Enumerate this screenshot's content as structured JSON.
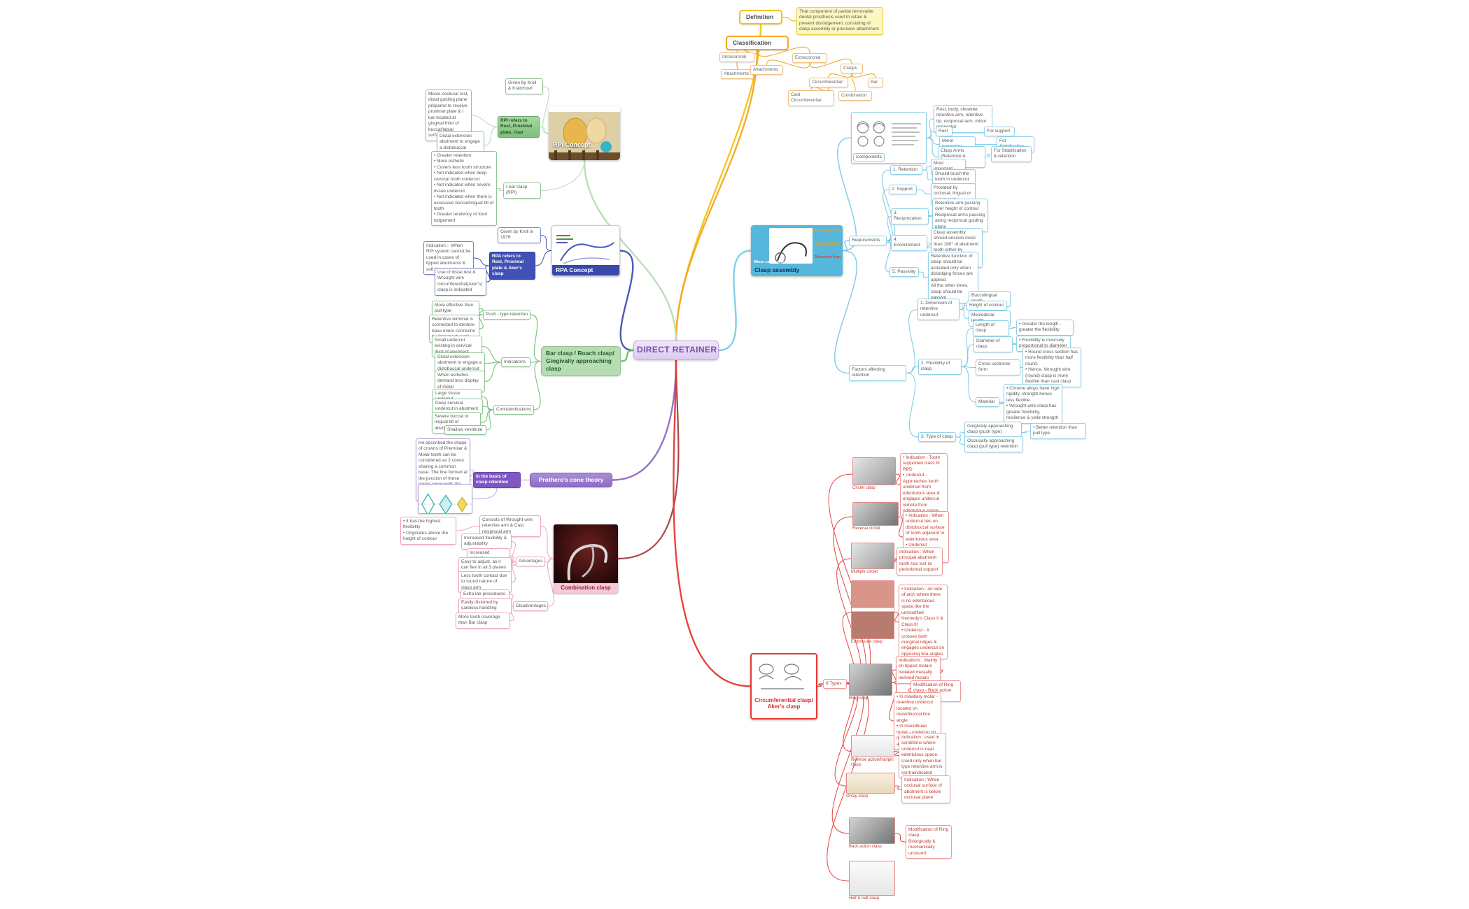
{
  "colors": {
    "gold": "#f0c419",
    "orange": "#f5a623",
    "blue": "#7ccbe8",
    "green_pale": "#b7dcb4",
    "indigo": "#4150b0",
    "green": "#6abf69",
    "purple": "#8f6cc7",
    "purple_light": "#c9aee3",
    "pink": "#f2a5c0",
    "maroon": "#a63d40",
    "red": "#e53935"
  },
  "nodes": {
    "center": {
      "text": "DIRECT RETAINER"
    },
    "def_topic": {
      "text": "Definition"
    },
    "def_note": {
      "text": "That component of partial removable dental prosthesis used to retain & prevent dislodgement, consisting of clasp assembly or precision attachment"
    },
    "cls_topic": {
      "text": "Classification"
    },
    "cls_intra": {
      "text": "Intracoronal"
    },
    "cls_extra": {
      "text": "Extracoronal"
    },
    "cls_att1": {
      "text": "Attachments"
    },
    "cls_att2": {
      "text": "Attachments"
    },
    "cls_clasps": {
      "text": "Clasps"
    },
    "cls_circ": {
      "text": "Circumferential"
    },
    "cls_bar": {
      "text": "Bar"
    },
    "cls_castcirc": {
      "text": "Cast Circumferential"
    },
    "cls_comb": {
      "text": "Combination"
    },
    "asm_main": {
      "caption": "Clasp assembly",
      "label_reciprocal": "Reciprocal Arm",
      "label_occlusal": "Occlusal Rest",
      "label_retentive": "Retentive Arm",
      "label_minor": "Minor connector"
    },
    "comp_img": {
      "caption": "Components"
    },
    "comp_note": {
      "text": "Rest, body, shoulder, retentive arm, retentive tip, reciprocal arm, minor connector"
    },
    "comp_rest": {
      "text": "Rest"
    },
    "comp_rest_n": {
      "text": "For support"
    },
    "comp_minor": {
      "text": "Minor connector"
    },
    "comp_minor_n": {
      "text": "For Stabilization"
    },
    "comp_arms": {
      "text": "Clasp Arms (Retentive & Reciprocal)"
    },
    "comp_arms_n": {
      "text": "For Stabilization & retention"
    },
    "req_lbl": {
      "text": "Requirements"
    },
    "req1": {
      "text": "1. Retention"
    },
    "req1_a": {
      "text": "Most important"
    },
    "req1_b": {
      "text": "Should touch the tooth in undercut area"
    },
    "req2": {
      "text": "2. Support"
    },
    "req2_a": {
      "text": "Provided by occlusal, lingual or incisal rests"
    },
    "req3": {
      "text": "3. Reciprocation"
    },
    "req3_a": {
      "text": "Retentive arm passing over height of contour\nReciprocal arms passing along reciprocal guiding plane"
    },
    "req4": {
      "text": "4. Encirclement"
    },
    "req4_a": {
      "text": "Clasp assembly should encircle more than 180° of abutment tooth either by continuous or broken contact"
    },
    "req5": {
      "text": "5. Passivity"
    },
    "req5_a": {
      "text": "Retentive function of clasp should be activated only when dislodging forces are applied.\nAll the other times, clasp should be passive"
    },
    "fac_lbl": {
      "text": "Factors affecting retention"
    },
    "fac1": {
      "text": "1. Dimension of retentive undercut"
    },
    "fac1_a": {
      "text": "Buccolingual depth"
    },
    "fac1_b": {
      "text": "Height of contour"
    },
    "fac1_c": {
      "text": "Mesiodistal length"
    },
    "fac2": {
      "text": "2. Flexibility of clasp"
    },
    "fac2_len": {
      "text": "Length of clasp"
    },
    "fac2_len_n": {
      "text": "• Greater the length - greater the flexibility"
    },
    "fac2_dia": {
      "text": "Diameter of clasp"
    },
    "fac2_dia_n": {
      "text": "• Flexibility is inversely proportional to diameter"
    },
    "fac2_cs": {
      "text": "Cross-sectional form"
    },
    "fac2_cs_n": {
      "text": "• Round cross section has more flexibility than half round.\n• Hence, Wrought wire (round) clasp is more flexible than cast clasp"
    },
    "fac2_mat": {
      "text": "Material"
    },
    "fac2_mat_n": {
      "text": "• Chrome alloys have high rigidity, strength hence less flexible\n• Wrought wire clasp has greater flexibility, resilience & yield strength"
    },
    "fac3": {
      "text": "3. Type of clasp"
    },
    "fac3_a": {
      "text": "Gingivally approaching clasp (push type) retention"
    },
    "fac3_a_n": {
      "text": "• Better retention than pull type"
    },
    "fac3_b": {
      "text": "Occlusally approaching clasp (pull type) retention"
    },
    "rpi_img": {
      "caption": "RPI Concept"
    },
    "rpi_given": {
      "text": "Given by Kroll & Kratchovil"
    },
    "rpi_refers": {
      "text": "RPI refers to Rest, Proximal plate, I-bar"
    },
    "rpi_note1": {
      "text": "Mesio-occlusal rest, distal guiding plane prepared to receive proximal plate & I bar located at gingival third of buccal/labial surface of abutment"
    },
    "rpi_note2": {
      "text": "Distal extension abutment to engage a distobuccal undercut"
    },
    "rpi_ibar": {
      "text": "I-bar clasp (RPI)"
    },
    "rpi_note3": {
      "text": "• Greater retention\n• More esthetic\n• Covers less tooth structure\n• Not indicated when deep cervical tooth undercut\n• Not indicated when severe tissue undercut\n• Not indicated when there is excessive buccal/lingual tilt of tooth\n• Greater tendency of food lodgement"
    },
    "rpa_img": {
      "caption": "RPA Concept"
    },
    "rpa_given": {
      "text": "Given by Kroll in 1976"
    },
    "rpa_refers": {
      "text": "RPA refers to Rest, Proximal plate & Aker's clasp"
    },
    "rpa_note1": {
      "text": "Indication :- When RPI system cannot be used in cases of tipped abutments & soft tissue undercuts"
    },
    "rpa_note2": {
      "text": "Use of distal rest & Wrought wire circumferential(Aker's) clasp is indicated"
    },
    "bar_main": {
      "text": "Bar clasp / Roach clasp/ Gingivally approaching clasp"
    },
    "bar_push": {
      "text": "Push - type retention"
    },
    "bar_push_n1": {
      "text": "More effective than pull type"
    },
    "bar_push_n2": {
      "text": "Retentive terminal is connected to denture base minor connector by \"approach arm\""
    },
    "bar_ind": {
      "text": "Indications"
    },
    "bar_ind1": {
      "text": "Small undercut existing in cervical third of abutment"
    },
    "bar_ind2": {
      "text": "Distal extension abutment to engage a distobuccal undercut"
    },
    "bar_ind3": {
      "text": "When esthetics demand less display of metal"
    },
    "bar_contra": {
      "text": "Contraindications"
    },
    "bar_c1": {
      "text": "Large tissue undercut"
    },
    "bar_c2": {
      "text": "Deep cervical undercut in abutment"
    },
    "bar_c3": {
      "text": "Severe buccal or lingual tilt of abutment"
    },
    "bar_c4": {
      "text": "Shallow vestibule"
    },
    "pro_main": {
      "text": "Prothero's cone theory"
    },
    "pro_basis": {
      "text": "In the basis of clasp retention"
    },
    "pro_note": {
      "text": "He described the shape of crowns of Premolar & Molar teeth can be considered as 2 cones sharing a common  base. The line formed at the junction of these cones represents the greatest diameter of the tooth"
    },
    "pro_img": {},
    "com_img": {
      "caption": "Combination clasp"
    },
    "com_note0": {
      "text": "Consists of Wrought wire retentive arm & Cast reciprocal arm"
    },
    "com_note1": {
      "text": "• It has the highest flexibility\n• Originates above the height of contour"
    },
    "com_adv": {
      "text": "Advantages"
    },
    "com_a1": {
      "text": "Increased flexibility & adjustability"
    },
    "com_a2": {
      "text": "Increased esthetics"
    },
    "com_a3": {
      "text": "Easy to adjust, as it can flex in all 3 planes"
    },
    "com_a4": {
      "text": "Less tooth contact due to round nature of clasp arm"
    },
    "com_d0": {
      "text": "Extra lab procedures"
    },
    "com_dis": {
      "text": "Disadvantages"
    },
    "com_d1": {
      "text": "Easily distorted by careless handling"
    },
    "com_d2": {
      "text": "More tooth coverage than Bar clasp"
    },
    "cir_main": {
      "caption": "Circumferential clasp/\nAker's clasp"
    },
    "cir_types": {
      "text": "8 Types"
    },
    "t1_img": {
      "caption": "Circlet clasp"
    },
    "t1_note": {
      "text": "• Indication : Tooth supported class III RPD\n• Undercut - Approaches tooth undercut from edentulous area & engages undercut remote from edentulous space"
    },
    "t2_img": {
      "caption": "Reverse circlet"
    },
    "t2_note": {
      "text": "• Indication : When undercut lies on distobuccal surface of tooth adjacent to edentulous area\n• Undercut - engages distal undercut"
    },
    "t3_img": {
      "caption": "Multiple circlet"
    },
    "t3_note": {
      "text": "Indication : When principal abutment tooth has lost its periodontal support"
    },
    "t4_img": {
      "caption": "Embrasure clasp"
    },
    "t4_note": {
      "text": "• Indication : on side of arch where there is no edentulous space like the unmodified Kennedy's Class II & Class III\n• Undercut - It crosses both marginal ridges & engages undercut on opposing line angles"
    },
    "t5_img": {
      "caption": "Ring clasp"
    },
    "t5_note1": {
      "text": "Indications : Mainly on tipped molars\nIsolated mesially inclined molars"
    },
    "t5_note2": {
      "text": "Modification of Ring clasp - Back action clasp"
    },
    "t5_note3": {
      "text": "• In maxillary molar - retentive undercut located on mesiobuccal line angle\n• In mandibular molar - undercut on mesiolingual line angle"
    },
    "t6_img": {
      "caption": "Reverse action/Hairpin clasp"
    },
    "t6_note": {
      "text": "Indication : used in conditions where undercut is near edentulous space.\nUsed only when bar type retentive arm is contraindicated"
    },
    "t7_img": {
      "caption": "Onlay clasp"
    },
    "t7_note": {
      "text": "Indication : When occlusal surface of abutment is below occlusal plane"
    },
    "t8_img": {
      "caption": "Back action clasp"
    },
    "t8_note": {
      "text": "Modification of Ring clasp.\nBiologically & mechanically unsound"
    },
    "t9_img": {
      "caption": "Half & half clasp"
    }
  }
}
